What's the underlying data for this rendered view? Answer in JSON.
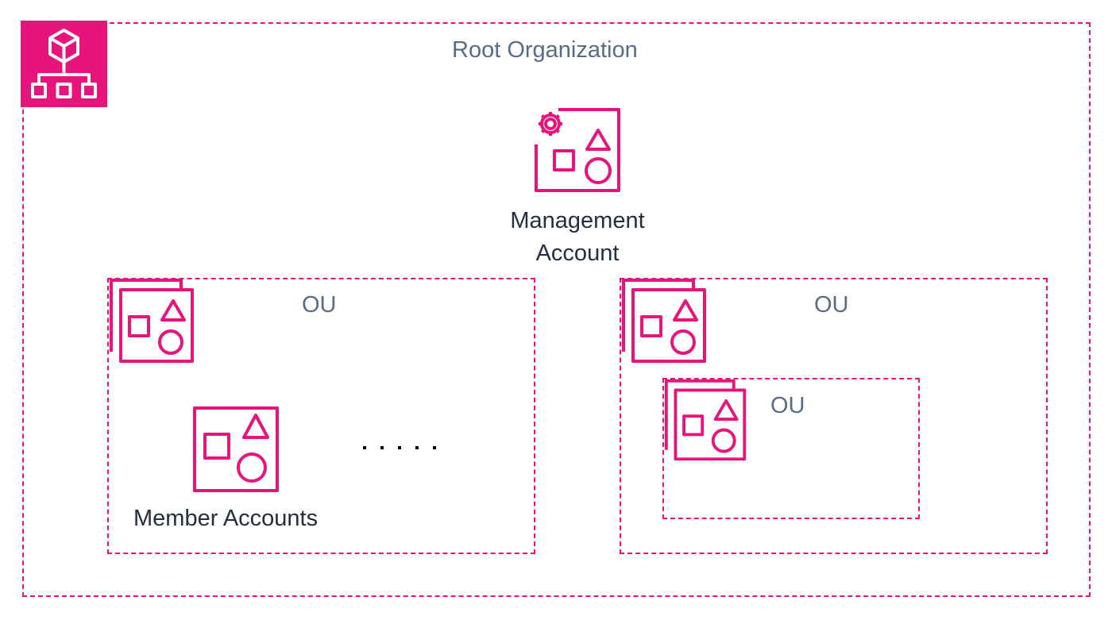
{
  "root": {
    "title": "Root Organization",
    "icon": "organizations-icon"
  },
  "management_account": {
    "label": "Management Account",
    "icon": "management-account-icon"
  },
  "ou_left": {
    "label": "OU",
    "icon": "organizational-unit-icon",
    "member_accounts_label": "Member Accounts",
    "member_icon": "account-icon",
    "ellipsis": "....."
  },
  "ou_right": {
    "label": "OU",
    "icon": "organizational-unit-icon",
    "nested_ou": {
      "label": "OU",
      "icon": "organizational-unit-icon"
    }
  },
  "colors": {
    "accent": "#E7157B",
    "label": "#5A6B86",
    "text_dark": "#232F3E"
  }
}
